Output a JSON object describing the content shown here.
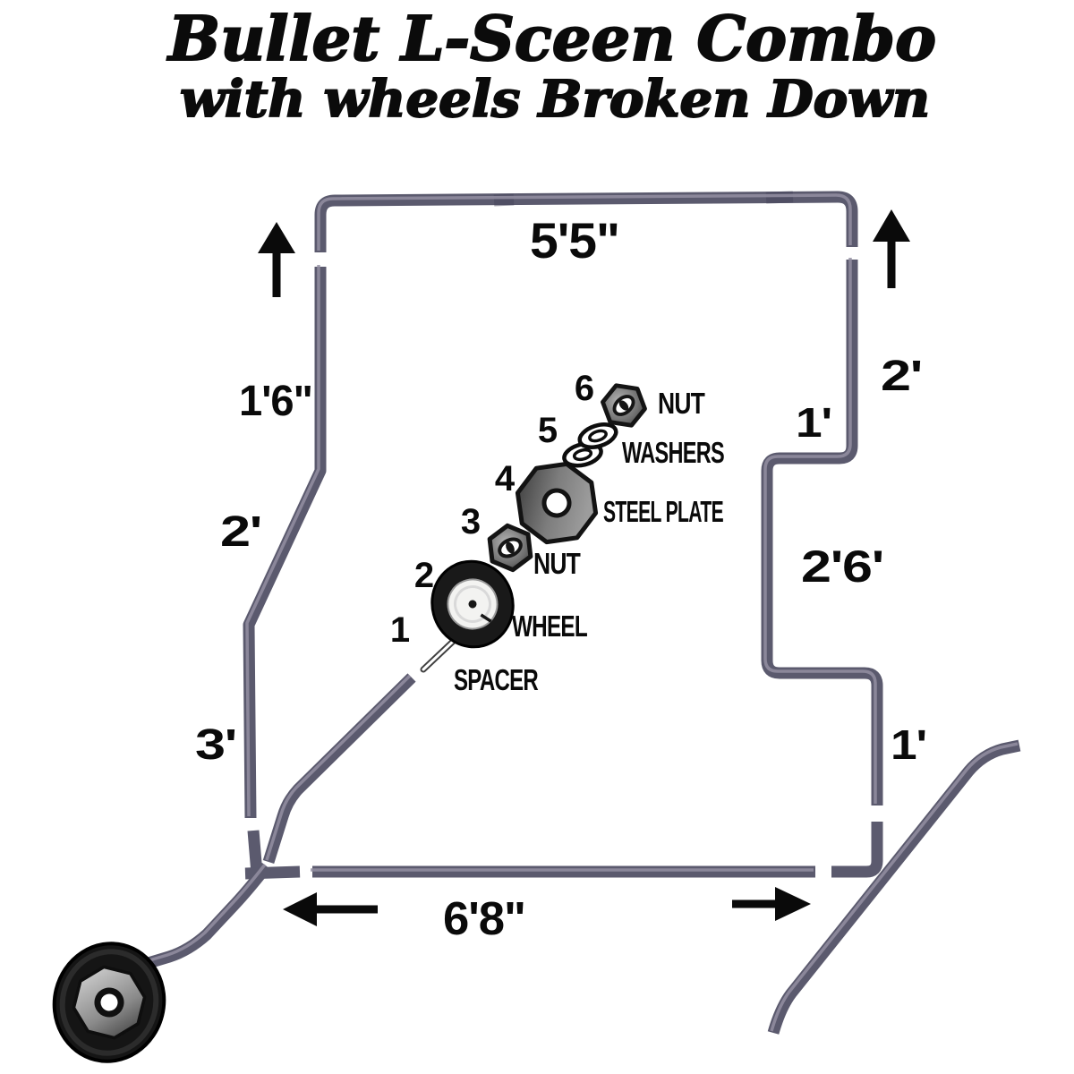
{
  "title": {
    "line1": "Bullet L-Sceen Combo",
    "line2": "with wheels Broken Down"
  },
  "dimensions": {
    "top": "5'5\"",
    "left_upper": "1'6\"",
    "left_mid": "2'",
    "left_lower": "3'",
    "bottom": "6'8\"",
    "right_upper": "2'",
    "right_step": "1'",
    "right_mid": "2'6'",
    "right_lower": "1'"
  },
  "parts": [
    {
      "num": "1",
      "label": "SPACER"
    },
    {
      "num": "2",
      "label": "WHEEL"
    },
    {
      "num": "3",
      "label": "NUT"
    },
    {
      "num": "4",
      "label": "STEEL PLATE"
    },
    {
      "num": "5",
      "label": "WASHERS"
    },
    {
      "num": "6",
      "label": "NUT"
    }
  ],
  "icons": {
    "top_left": "up-arrow",
    "top_right": "up-arrow",
    "bottom_left": "left-arrow",
    "bottom_right": "right-arrow"
  },
  "colors": {
    "background": "#ffffff",
    "tube": "#5b5a6e",
    "tube_highlight": "#948fa2",
    "ink": "#0a0a0a",
    "steel_dark": "#3a3a3a",
    "steel_light": "#9c9c9c"
  }
}
